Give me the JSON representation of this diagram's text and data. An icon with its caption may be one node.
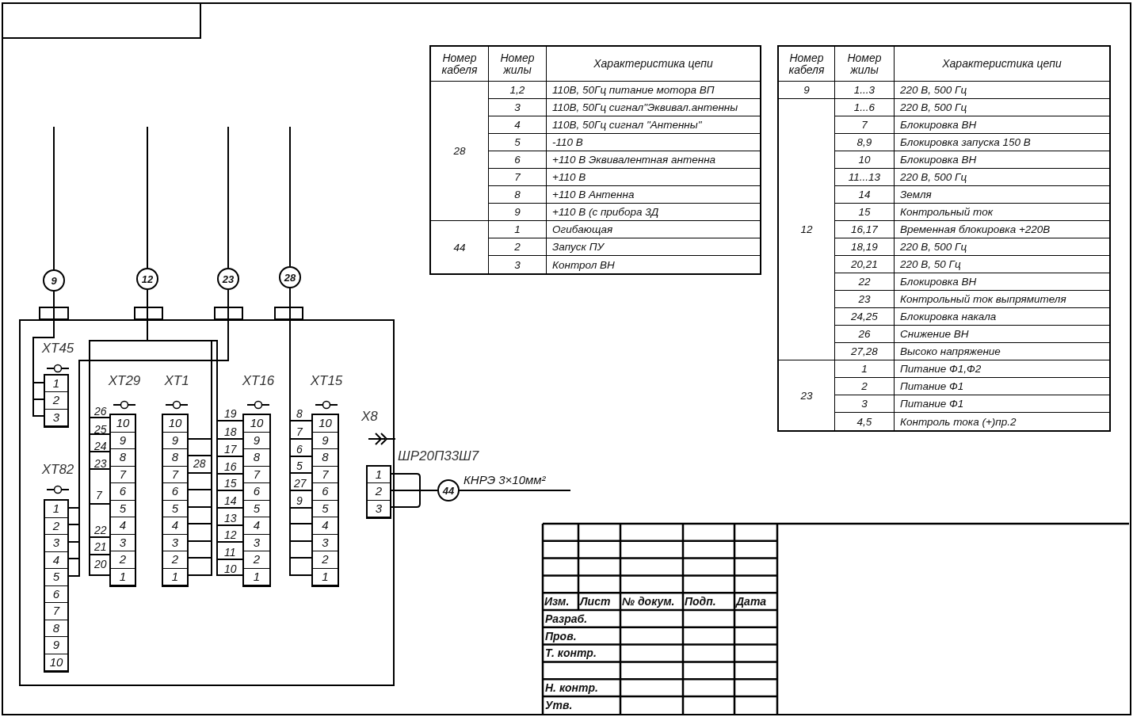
{
  "diagram": {
    "nodes": [
      {
        "text": [
          "9"
        ]
      },
      {
        "text": [
          "12"
        ]
      },
      {
        "text": [
          "23"
        ]
      },
      {
        "text": [
          "28"
        ]
      },
      {
        "text": [],
        "shape": "box"
      },
      {
        "text": [
          "XT45",
          "1",
          "2",
          "3"
        ],
        "in": 4
      },
      {
        "text": [
          "XT82",
          "1",
          "2",
          "3",
          "4",
          "5",
          "6",
          "7",
          "8",
          "9",
          "10"
        ],
        "in": 4
      },
      {
        "text": [
          "XT29",
          "10",
          "9",
          "8",
          "7",
          "6",
          "5",
          "4",
          "3",
          "2",
          "1"
        ],
        "in": 4,
        "beside": [
          "26",
          "25",
          "24",
          "23",
          "7",
          "22",
          "21",
          "20"
        ]
      },
      {
        "text": [
          "XT1",
          "10",
          "9",
          "8",
          "7",
          "6",
          "5",
          "4",
          "3",
          "2",
          "1"
        ],
        "in": 4,
        "beside": [
          "28"
        ]
      },
      {
        "text": [
          "XT16",
          "10",
          "9",
          "8",
          "7",
          "6",
          "5",
          "4",
          "3",
          "2",
          "1"
        ],
        "in": 4,
        "beside": [
          "19",
          "18",
          "17",
          "16",
          "15",
          "14",
          "13",
          "12",
          "11",
          "10"
        ]
      },
      {
        "text": [
          "XT15",
          "10",
          "9",
          "8",
          "7",
          "6",
          "5",
          "4",
          "3",
          "2",
          "1"
        ],
        "in": 4,
        "beside": [
          "8",
          "7",
          "6",
          "5",
          "27",
          "9"
        ]
      },
      {
        "text": [
          "X8",
          "ШР20П33Ш7",
          "1",
          "2",
          "3"
        ],
        "in": 4
      },
      {
        "text": [
          "44"
        ]
      }
    ],
    "edges": [
      {
        "from": null,
        "to": 0,
        "arrow": "none"
      },
      {
        "from": null,
        "to": 1,
        "arrow": "none"
      },
      {
        "from": null,
        "to": 2,
        "arrow": "none"
      },
      {
        "from": null,
        "to": 3,
        "arrow": "none"
      },
      {
        "from": 0,
        "to": 5,
        "arrow": "none"
      },
      {
        "from": 1,
        "to": 7,
        "arrow": "none"
      },
      {
        "from": 1,
        "to": 8,
        "arrow": "none"
      },
      {
        "from": 1,
        "to": 9,
        "arrow": "none"
      },
      {
        "from": 2,
        "to": 6,
        "arrow": "none"
      },
      {
        "from": 3,
        "to": 10,
        "arrow": "none"
      },
      {
        "from": 11,
        "to": 12,
        "arrow": "none"
      },
      {
        "from": 12,
        "to": null,
        "arrow": "none",
        "label": "КНРЭ 3×10мм²"
      }
    ],
    "labels": [
      "Номер кабеля",
      "Номер жилы",
      "Характеристика цепи",
      "28",
      "1,2",
      "110В, 50Гц питание мотора ВП",
      "3",
      "110В, 50Гц сигнал\"Эквивал.антенны",
      "4",
      "110В, 50Гц сигнал \"Антенны\"",
      "5",
      "-110 В",
      "6",
      "+110 В Эквивалентная антенна",
      "7",
      "+110 В",
      "8",
      "+110 В Антенна",
      "9",
      "+110 В (с прибора 3Д",
      "44",
      "1",
      "Огибающая",
      "2",
      "Запуск ПУ",
      "3",
      "Контрол ВН",
      "Номер кабеля",
      "Номер жилы",
      "Характеристика цепи",
      "9",
      "1...3",
      "220 В, 500 Гц",
      "12",
      "1...6",
      "220 В, 500 Гц",
      "7",
      "Блокировка ВН",
      "8,9",
      "Блокировка запуска 150 В",
      "10",
      "Блокировка ВН",
      "11...13",
      "220 В, 500 Гц",
      "14",
      "Земля",
      "15",
      "Контрольный ток",
      "16,17",
      "Временная блокировка +220В",
      "18,19",
      "220 В, 500 Гц",
      "20,21",
      "220 В, 50 Гц",
      "22",
      "Блокировка ВН",
      "23",
      "Контрольный ток выпрямителя",
      "24,25",
      "Блокировка накала",
      "26",
      "Снижение ВН",
      "27,28",
      "Высоко напряжение",
      "23",
      "1",
      "Питание Ф1,Ф2",
      "2",
      "Питание Ф1",
      "3",
      "Питание Ф1",
      "4,5",
      "Контроль тока (+)пр.2",
      "Изм.",
      "Лист",
      "№ докум.",
      "Подп.",
      "Дата",
      "Разраб.",
      "Пров.",
      "Т. контр.",
      "Н. контр.",
      "Утв."
    ]
  }
}
